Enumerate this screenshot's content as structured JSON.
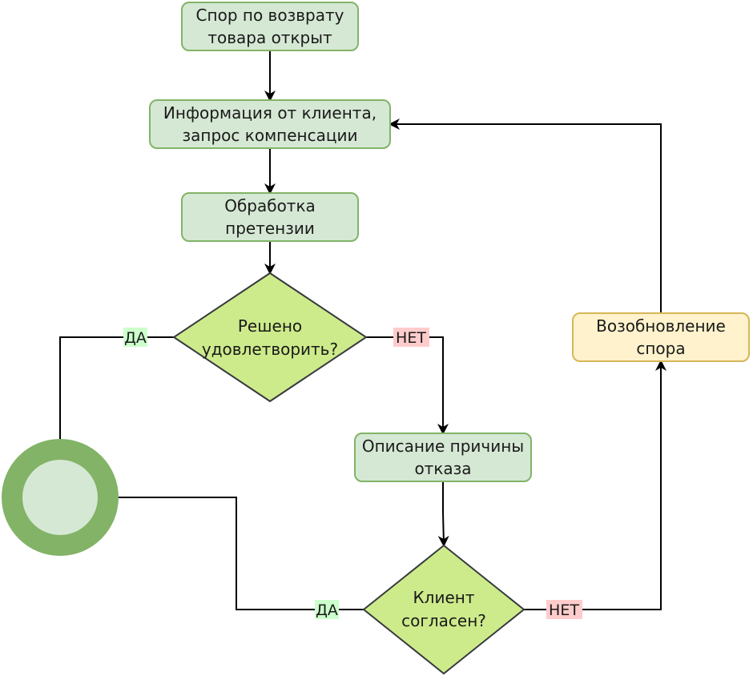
{
  "nodes": {
    "start": {
      "line1": "Спор по возврату",
      "line2": "товара открыт"
    },
    "info": {
      "line1": "Информация от клиента,",
      "line2": "запрос компенсации"
    },
    "process": {
      "line1": "Обработка",
      "line2": "претензии"
    },
    "decision1": {
      "line1": "Решено",
      "line2": "удовлетворить?"
    },
    "reason": {
      "line1": "Описание причины",
      "line2": "отказа"
    },
    "decision2": {
      "line1": "Клиент",
      "line2": "согласен?"
    },
    "reopen": {
      "line1": "Возобновление",
      "line2": "спора"
    }
  },
  "edge_labels": {
    "d1_yes": "ДА",
    "d1_no": "НЕТ",
    "d2_yes": "ДА",
    "d2_no": "НЕТ"
  },
  "colors": {
    "green_fill": "#d5e8d4",
    "green_stroke": "#82b366",
    "diamond_fill": "#cdeb8b",
    "diamond_stroke": "#36393d",
    "yellow_fill": "#fff2cc",
    "yellow_stroke": "#d6b656",
    "yes_bg": "#ccffcc",
    "no_bg": "#ffcccc",
    "end_outer": "#82b366",
    "end_inner": "#d5e8d4"
  }
}
